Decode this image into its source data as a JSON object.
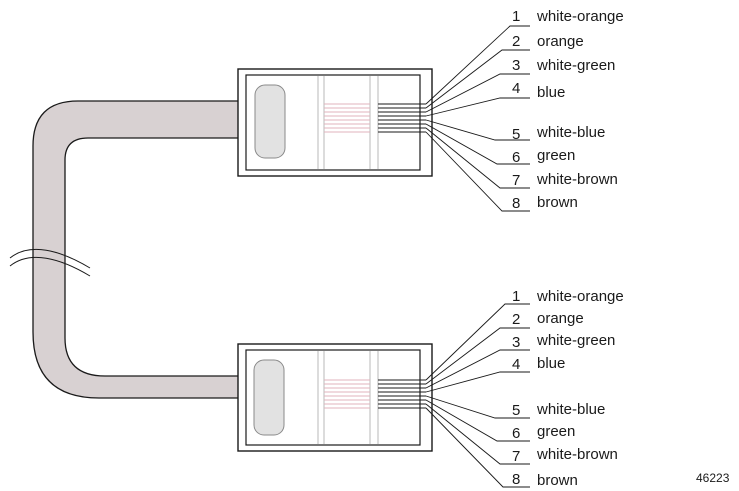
{
  "figure_number": "46223",
  "connectors": [
    {
      "id": "top",
      "wires": [
        {
          "pin": "1",
          "color": "white-orange"
        },
        {
          "pin": "2",
          "color": "orange"
        },
        {
          "pin": "3",
          "color": "white-green"
        },
        {
          "pin": "4",
          "color": "blue"
        },
        {
          "pin": "5",
          "color": "white-blue"
        },
        {
          "pin": "6",
          "color": "green"
        },
        {
          "pin": "7",
          "color": "white-brown"
        },
        {
          "pin": "8",
          "color": "brown"
        }
      ]
    },
    {
      "id": "bottom",
      "wires": [
        {
          "pin": "1",
          "color": "white-orange"
        },
        {
          "pin": "2",
          "color": "orange"
        },
        {
          "pin": "3",
          "color": "white-green"
        },
        {
          "pin": "4",
          "color": "blue"
        },
        {
          "pin": "5",
          "color": "white-blue"
        },
        {
          "pin": "6",
          "color": "green"
        },
        {
          "pin": "7",
          "color": "white-brown"
        },
        {
          "pin": "8",
          "color": "brown"
        }
      ]
    }
  ]
}
